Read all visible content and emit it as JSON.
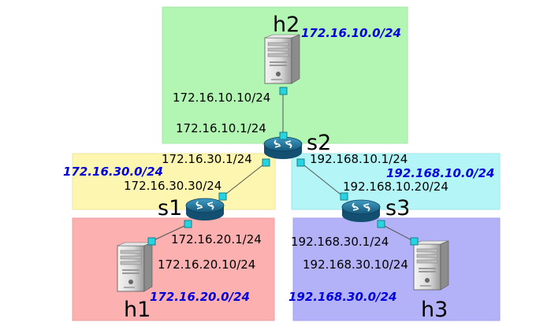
{
  "colors": {
    "zone_h2": "#b3f5b3",
    "zone_s1": "#fcf6b0",
    "zone_s3": "#b4f6f7",
    "zone_h1": "#fdb0b0",
    "zone_h3": "#b3b2f9",
    "network_label": "#0000e0",
    "port": "#26d3e0",
    "router": "#1a6c8e"
  },
  "hosts": {
    "h2": "h2",
    "h1": "h1",
    "h3": "h3"
  },
  "switches": {
    "s1": "s1",
    "s2": "s2",
    "s3": "s3"
  },
  "networks": {
    "top": "172.16.10.0/24",
    "left": "172.16.30.0/24",
    "right": "192.168.10.0/24",
    "bottom_left": "172.16.20.0/24",
    "bottom_right": "192.168.30.0/24"
  },
  "addresses": {
    "h2_if": "172.16.10.10/24",
    "s2_top_if": "172.16.10.1/24",
    "s2_left_if": "172.16.30.1/24",
    "s2_right_if": "192.168.10.1/24",
    "s1_top_if": "172.16.30.30/24",
    "s3_top_if": "192.168.10.20/24",
    "s1_bottom_if": "172.16.20.1/24",
    "h1_if": "172.16.20.10/24",
    "s3_bottom_if": "192.168.30.1/24",
    "h3_if": "192.168.30.10/24"
  }
}
